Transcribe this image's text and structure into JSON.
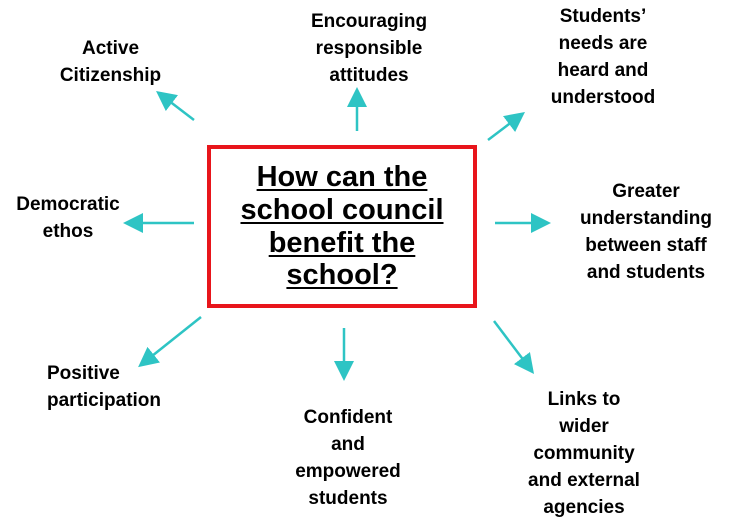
{
  "center": {
    "question": "How can the school council benefit the school?"
  },
  "benefits": {
    "active_citizenship": "Active\nCitizenship",
    "responsible_attitudes": "Encouraging\nresponsible\nattitudes",
    "students_needs": "Students’\nneeds are\nheard and\nunderstood",
    "democratic_ethos": "Democratic\nethos",
    "greater_understanding": "Greater\nunderstanding\nbetween staff\nand students",
    "positive_participation": "Positive\nparticipation",
    "confident_students": "Confident\nand\nempowered\nstudents",
    "wider_community": "Links to\nwider\ncommunity\nand external\nagencies"
  },
  "colors": {
    "box_border": "#e8151b",
    "arrow": "#2ec4c4",
    "text": "#000000"
  }
}
